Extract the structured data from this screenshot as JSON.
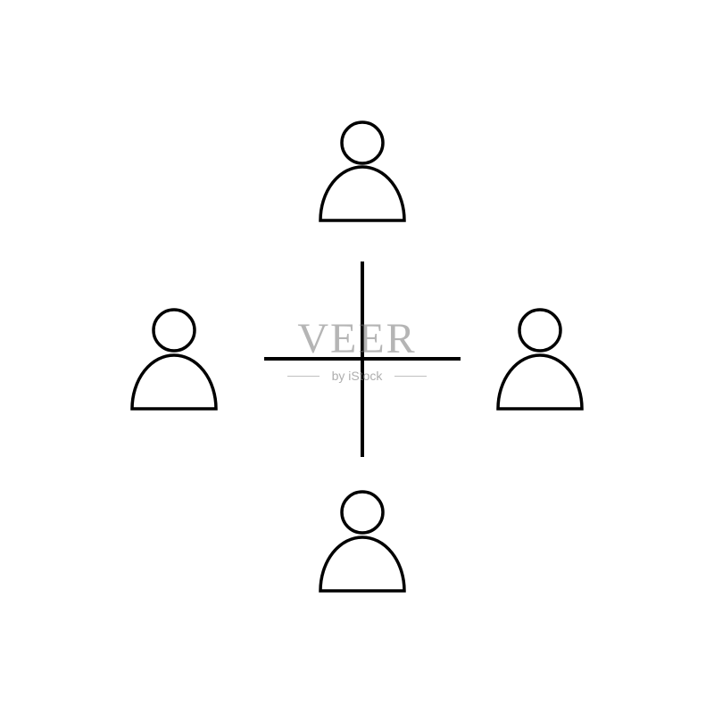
{
  "diagram": {
    "persons": [
      "top",
      "left",
      "right",
      "bottom"
    ],
    "stroke_color": "#000000",
    "background": "#ffffff"
  },
  "watermark": {
    "brand": "VEER",
    "sub": "by iStock",
    "color": "#888888"
  }
}
